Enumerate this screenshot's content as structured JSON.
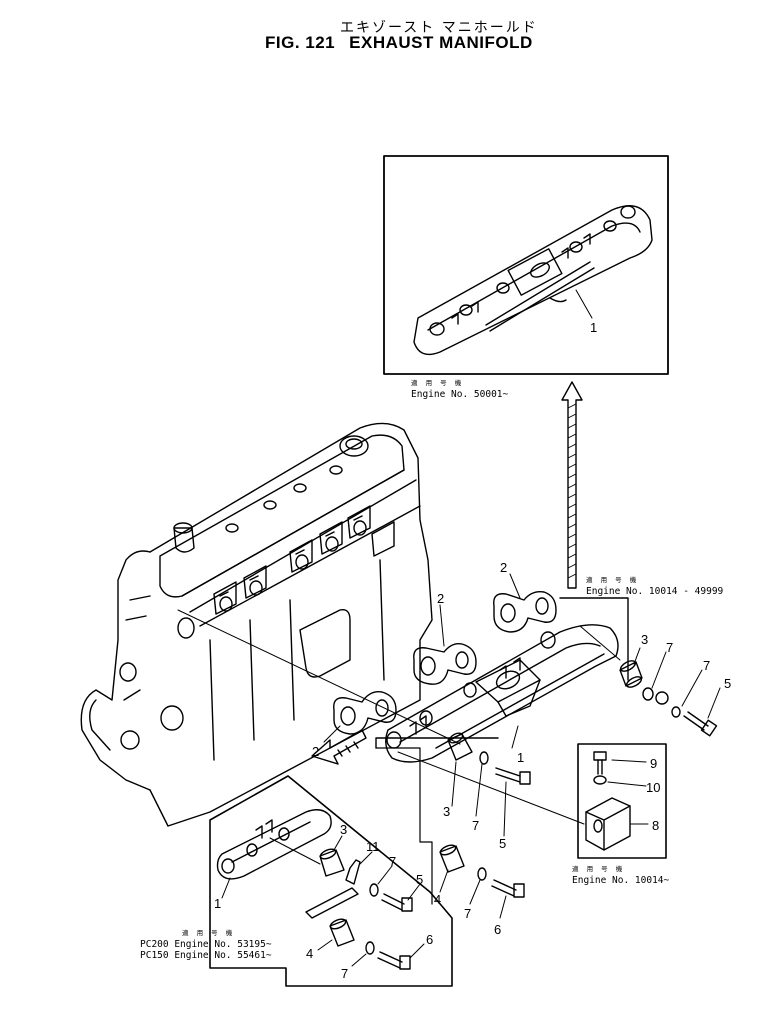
{
  "header": {
    "title_ja": "エキゾースト マニホールド",
    "fig_label": "FIG. 121",
    "title": "EXHAUST MANIFOLD"
  },
  "notes": {
    "top": {
      "ja": "適 用 号 機",
      "engine": "Engine No. 50001~"
    },
    "middle": {
      "ja": "適 用 号 機",
      "engine": "Engine No. 10014 - 49999"
    },
    "bracket": {
      "ja": "適 用 号 機",
      "engine": "Engine No. 10014~"
    },
    "bottom": {
      "ja": "適 用 号 機",
      "line1": "PC200 Engine No. 53195~",
      "line2": "PC150 Engine No. 55461~"
    }
  },
  "callouts": {
    "top_1": "1",
    "gasket_a": "2",
    "gasket_b": "2",
    "gasket_c": "2",
    "main_1": "1",
    "main_3": "3",
    "main_7a": "7",
    "main_7b": "7",
    "main_5": "5",
    "mid_3": "3",
    "mid_7": "7",
    "mid_5": "5",
    "low_4": "4",
    "low_7": "7",
    "low_6": "6",
    "br_9": "9",
    "br_10": "10",
    "br_8": "8",
    "bot_1": "1",
    "bot_3": "3",
    "bot_11": "11",
    "bot_7a": "7",
    "bot_5": "5",
    "bot_4": "4",
    "bot_7b": "7",
    "bot_6": "6"
  }
}
